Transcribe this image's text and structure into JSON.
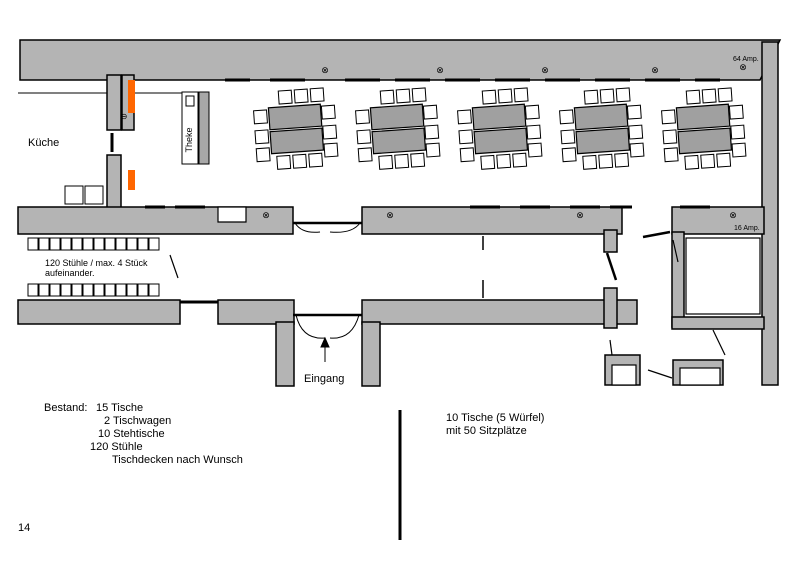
{
  "plan": {
    "kitchen_label": "Küche",
    "counter_label": "Theke",
    "amp_top_label": "64 Amp.",
    "amp_right_label": "16 Amp.",
    "chairs_note_line1": "120 Stühle / max. 4 Stück",
    "chairs_note_line2": "aufeinander.",
    "entrance_label": "Eingang"
  },
  "inventory": {
    "heading": "Bestand:",
    "lines": [
      "15 Tische",
      "2 Tischwagen",
      "10 Stehtische",
      "120 Stühle",
      "Tischdecken nach Wunsch"
    ]
  },
  "summary": {
    "line1": "10 Tische (5 Würfel)",
    "line2": "mit 50 Sitzplätze"
  },
  "page_number": "14",
  "colors": {
    "wall": "#b4b4b4",
    "outline": "#000000",
    "table": "#a0a0a0",
    "accent": "#ff6600"
  },
  "icons": [
    "ceiling-light-icon",
    "table-cube-icon",
    "chair-icon",
    "door-swing-icon",
    "entrance-arrow-icon"
  ]
}
